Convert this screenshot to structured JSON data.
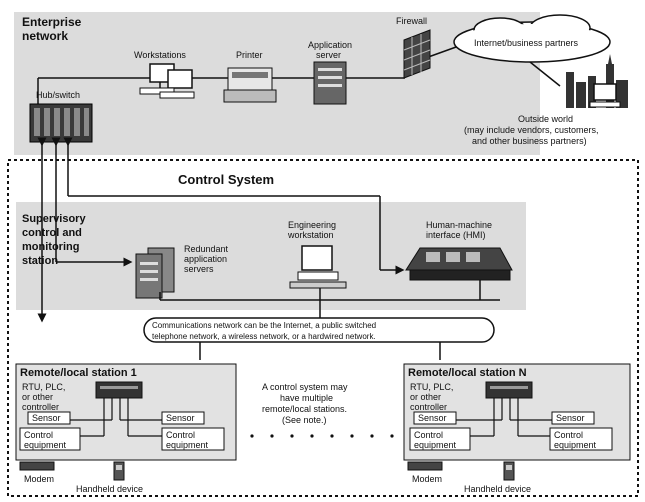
{
  "enterprise": {
    "title_line1": "Enterprise",
    "title_line2": "network",
    "hub_label": "Hub/switch",
    "workstations_label": "Workstations",
    "printer_label": "Printer",
    "app_server_line1": "Application",
    "app_server_line2": "server",
    "firewall_label": "Firewall",
    "partners_label": "Internet/business partners",
    "outside_line1": "Outside world",
    "outside_line2": "(may include vendors, customers,",
    "outside_line3": "and other business partners)"
  },
  "control": {
    "title": "Control System",
    "supervisory_line1": "Supervisory",
    "supervisory_line2": "control and",
    "supervisory_line3": "monitoring",
    "supervisory_line4": "station",
    "redundant_line1": "Redundant",
    "redundant_line2": "application",
    "redundant_line3": "servers",
    "engineering_line1": "Engineering",
    "engineering_line2": "workstation",
    "hmi_line1": "Human-machine",
    "hmi_line2": "interface (HMI)",
    "comm_line1": "Communications network can be the Internet, a public switched",
    "comm_line2": "telephone network, a wireless network, or a hardwired network.",
    "middle_line1": "A control system may",
    "middle_line2": "have multiple",
    "middle_line3": "remote/local stations.",
    "middle_line4": "(See note.)"
  },
  "station1": {
    "title": "Remote/local station 1",
    "rtu_line1": "RTU, PLC,",
    "rtu_line2": "or other",
    "rtu_line3": "controller",
    "sensor_left": "Sensor",
    "sensor_right": "Sensor",
    "control_left_line1": "Control",
    "control_left_line2": "equipment",
    "control_right_line1": "Control",
    "control_right_line2": "equipment",
    "modem": "Modem",
    "handheld": "Handheld device"
  },
  "stationN": {
    "title": "Remote/local station N",
    "rtu_line1": "RTU, PLC,",
    "rtu_line2": "or other",
    "rtu_line3": "controller",
    "sensor_left": "Sensor",
    "sensor_right": "Sensor",
    "control_left_line1": "Control",
    "control_left_line2": "equipment",
    "control_right_line1": "Control",
    "control_right_line2": "equipment",
    "modem": "Modem",
    "handheld": "Handheld device"
  }
}
